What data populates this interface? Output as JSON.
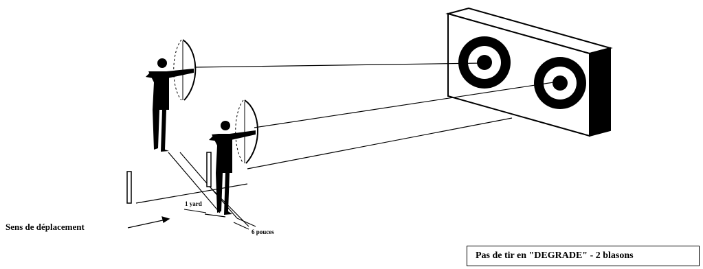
{
  "labels": {
    "direction": "Sens de déplacement",
    "yard": "1 yard",
    "pouces": "6 pouces"
  },
  "caption": "Pas de tir en \"DEGRADE\" - 2 blasons",
  "colors": {
    "ink": "#000000",
    "paper": "#ffffff"
  },
  "figures": [
    "archer-silhouette",
    "archer-silhouette",
    "target-board",
    "target-face",
    "target-face",
    "shooting-line-post",
    "shooting-line-post"
  ]
}
